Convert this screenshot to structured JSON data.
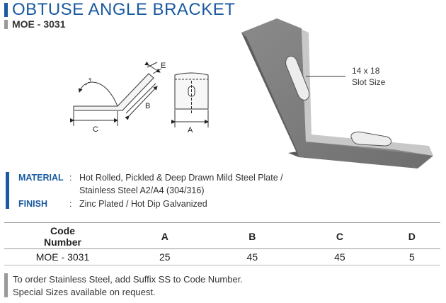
{
  "header": {
    "title": "OBTUSE ANGLE BRACKET",
    "code": "MOE - 3031"
  },
  "drawing": {
    "dim_labels": {
      "angle": "°",
      "e": "E",
      "b": "B",
      "c": "C",
      "a": "A"
    },
    "slot_label_line1": "14 x 18",
    "slot_label_line2": "Slot Size"
  },
  "specs": [
    {
      "key": "MATERIAL",
      "value_lines": [
        "Hot Rolled, Pickled & Deep Drawn Mild Steel Plate /",
        "Stainless Steel A2/A4 (304/316)"
      ]
    },
    {
      "key": "FINISH",
      "value_lines": [
        "Zinc Plated / Hot Dip Galvanized"
      ]
    }
  ],
  "table": {
    "headers": [
      "Code\nNumber",
      "A",
      "B",
      "C",
      "D"
    ],
    "rows": [
      [
        "MOE - 3031",
        "25",
        "45",
        "45",
        "5"
      ]
    ]
  },
  "notes": [
    "To order Stainless Steel, add Suffix SS to Code Number.",
    "Special Sizes available on request."
  ],
  "colors": {
    "accent": "#1a5aa0",
    "secondary": "#9a9a9a"
  }
}
